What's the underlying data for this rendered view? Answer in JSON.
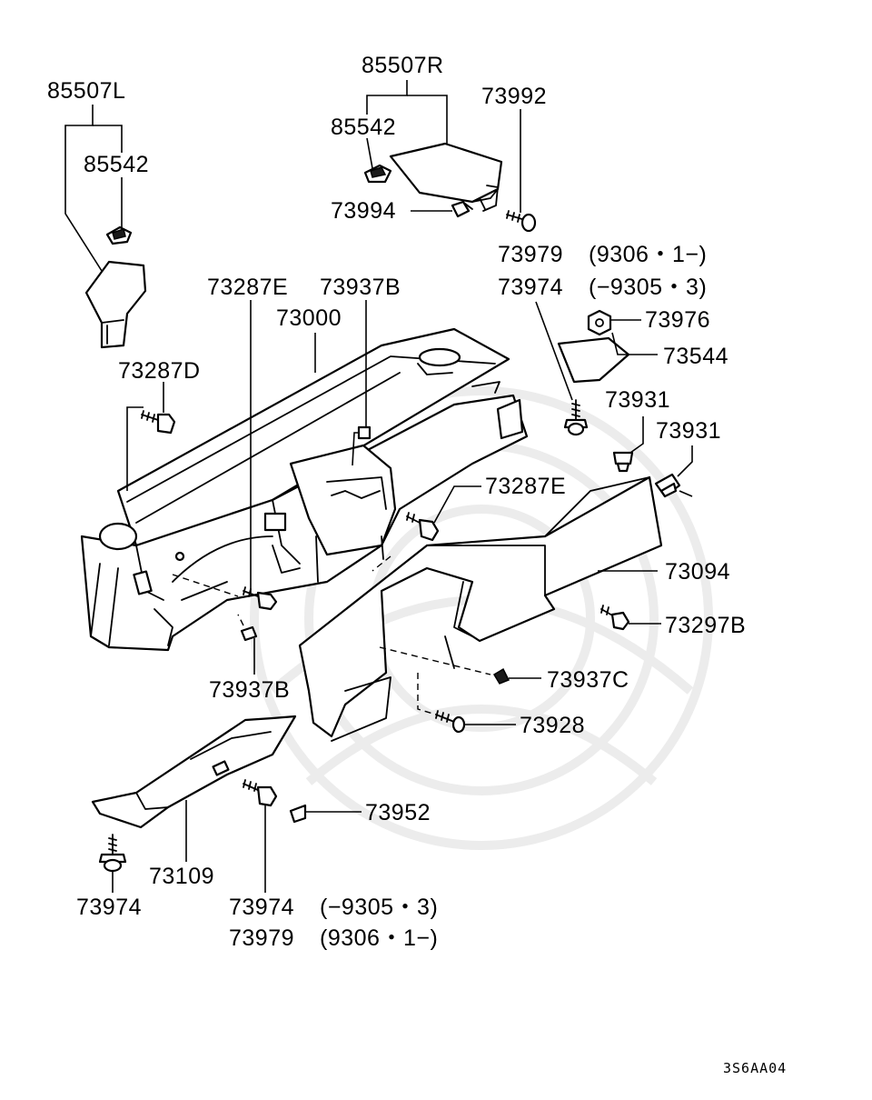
{
  "labels": {
    "p85507L": "85507L",
    "p85542_left": "85542",
    "p85507R": "85507R",
    "p85542_right": "85542",
    "p73992": "73992",
    "p73994": "73994",
    "p73979_top": "73979",
    "p73979_top_range": "(9306・1−)",
    "p73974_top": "73974",
    "p73974_top_range": "(−9305・3)",
    "p73287E_top": "73287E",
    "p73937B_top": "73937B",
    "p73000": "73000",
    "p73976": "73976",
    "p73544": "73544",
    "p73287D": "73287D",
    "p73931_a": "73931",
    "p73931_b": "73931",
    "p73287E_mid": "73287E",
    "p73094": "73094",
    "p73297B": "73297B",
    "p73937B_bottom": "73937B",
    "p73937C": "73937C",
    "p73928": "73928",
    "p73952": "73952",
    "p73109": "73109",
    "p73974_left": "73974",
    "p73974_bottom": "73974",
    "p73974_bottom_range": "(−9305・3)",
    "p73979_bottom": "73979",
    "p73979_bottom_range": "(9306・1−)"
  },
  "diagram_code": "3S6AA04",
  "colors": {
    "line": "#000000",
    "background": "#ffffff",
    "watermark": "#ececec"
  }
}
